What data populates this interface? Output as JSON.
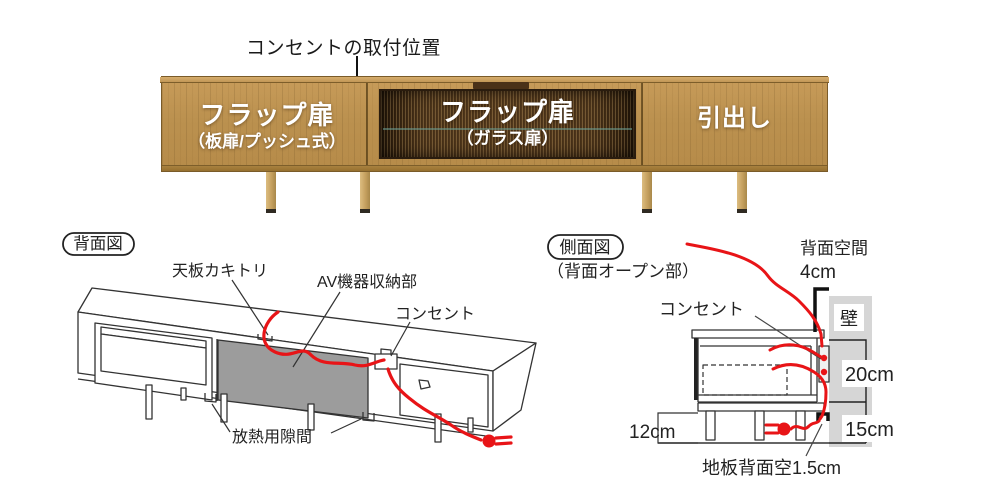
{
  "product_view": {
    "outlet_callout": "コンセントの取付位置",
    "sections": [
      {
        "title": "フラップ扉",
        "subtitle": "（板扉/プッシュ式）"
      },
      {
        "title": "フラップ扉",
        "subtitle": "（ガラス扉）"
      },
      {
        "title": "引出し"
      }
    ]
  },
  "rear_view": {
    "badge": "背面図",
    "labels": {
      "top_cutout": "天板カキトリ",
      "av_storage": "AV機器収納部",
      "outlet": "コンセント",
      "vent_gap": "放熱用隙間"
    }
  },
  "side_view": {
    "badge": "側面図",
    "subtitle": "（背面オープン部）",
    "labels": {
      "outlet": "コンセント",
      "rear_space": "背面空間",
      "rear_space_value": "4cm",
      "wall": "壁",
      "upper_dim": "20cm",
      "lower_dim": "15cm",
      "leg_height": "12cm",
      "floor_gap": "地板背面空1.5cm"
    }
  },
  "colors": {
    "accent_red": "#e81417",
    "wood_base": "#bb914f",
    "wall_gray": "#d6d6d6",
    "panel_gray": "#9c9c9c",
    "line": "#333333"
  }
}
